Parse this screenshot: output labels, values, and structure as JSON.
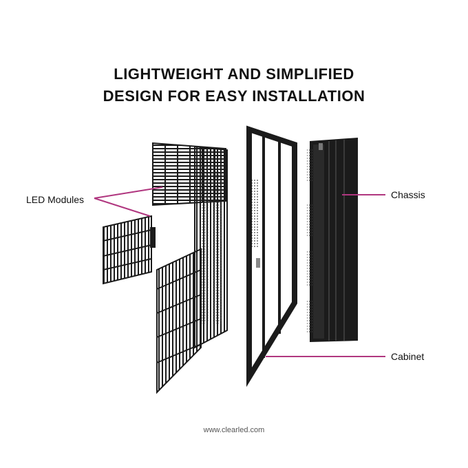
{
  "title": {
    "line1": "LIGHTWEIGHT AND SIMPLIFIED",
    "line2": "DESIGN FOR EASY INSTALLATION"
  },
  "labels": {
    "led_modules": "LED Modules",
    "chassis": "Chassis",
    "cabinet": "Cabinet"
  },
  "footer": "www.clearled.com",
  "colors": {
    "accent": "#b0367f",
    "panel": "#1b1b1b",
    "background": "#ffffff"
  }
}
